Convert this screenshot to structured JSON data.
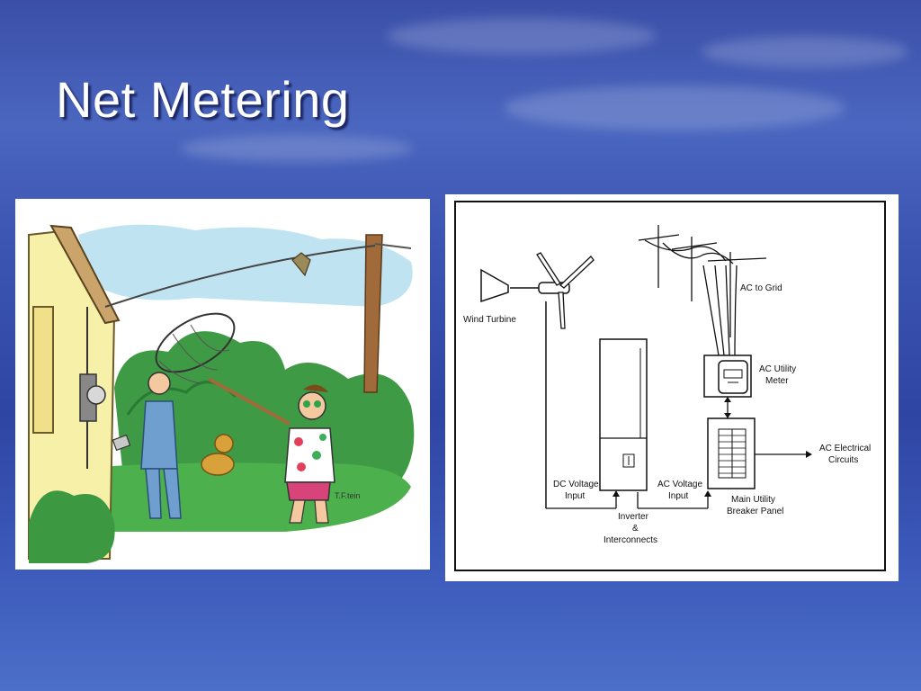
{
  "slide": {
    "title": "Net Metering"
  },
  "cartoon": {
    "signature": "T.F.tein"
  },
  "diagram": {
    "labels": {
      "wind_turbine": "Wind Turbine",
      "ac_to_grid": "AC to Grid",
      "ac_utility_meter_line1": "AC Utility",
      "ac_utility_meter_line2": "Meter",
      "ac_electrical_circuits_line1": "AC Electrical",
      "ac_electrical_circuits_line2": "Circuits",
      "dc_voltage_input_line1": "DC Voltage",
      "dc_voltage_input_line2": "Input",
      "ac_voltage_input_line1": "AC Voltage",
      "ac_voltage_input_line2": "Input",
      "main_breaker_line1": "Main Utility",
      "main_breaker_line2": "Breaker Panel",
      "inverter_line1": "Inverter",
      "inverter_line2": "&",
      "inverter_line3": "Interconnects"
    }
  }
}
